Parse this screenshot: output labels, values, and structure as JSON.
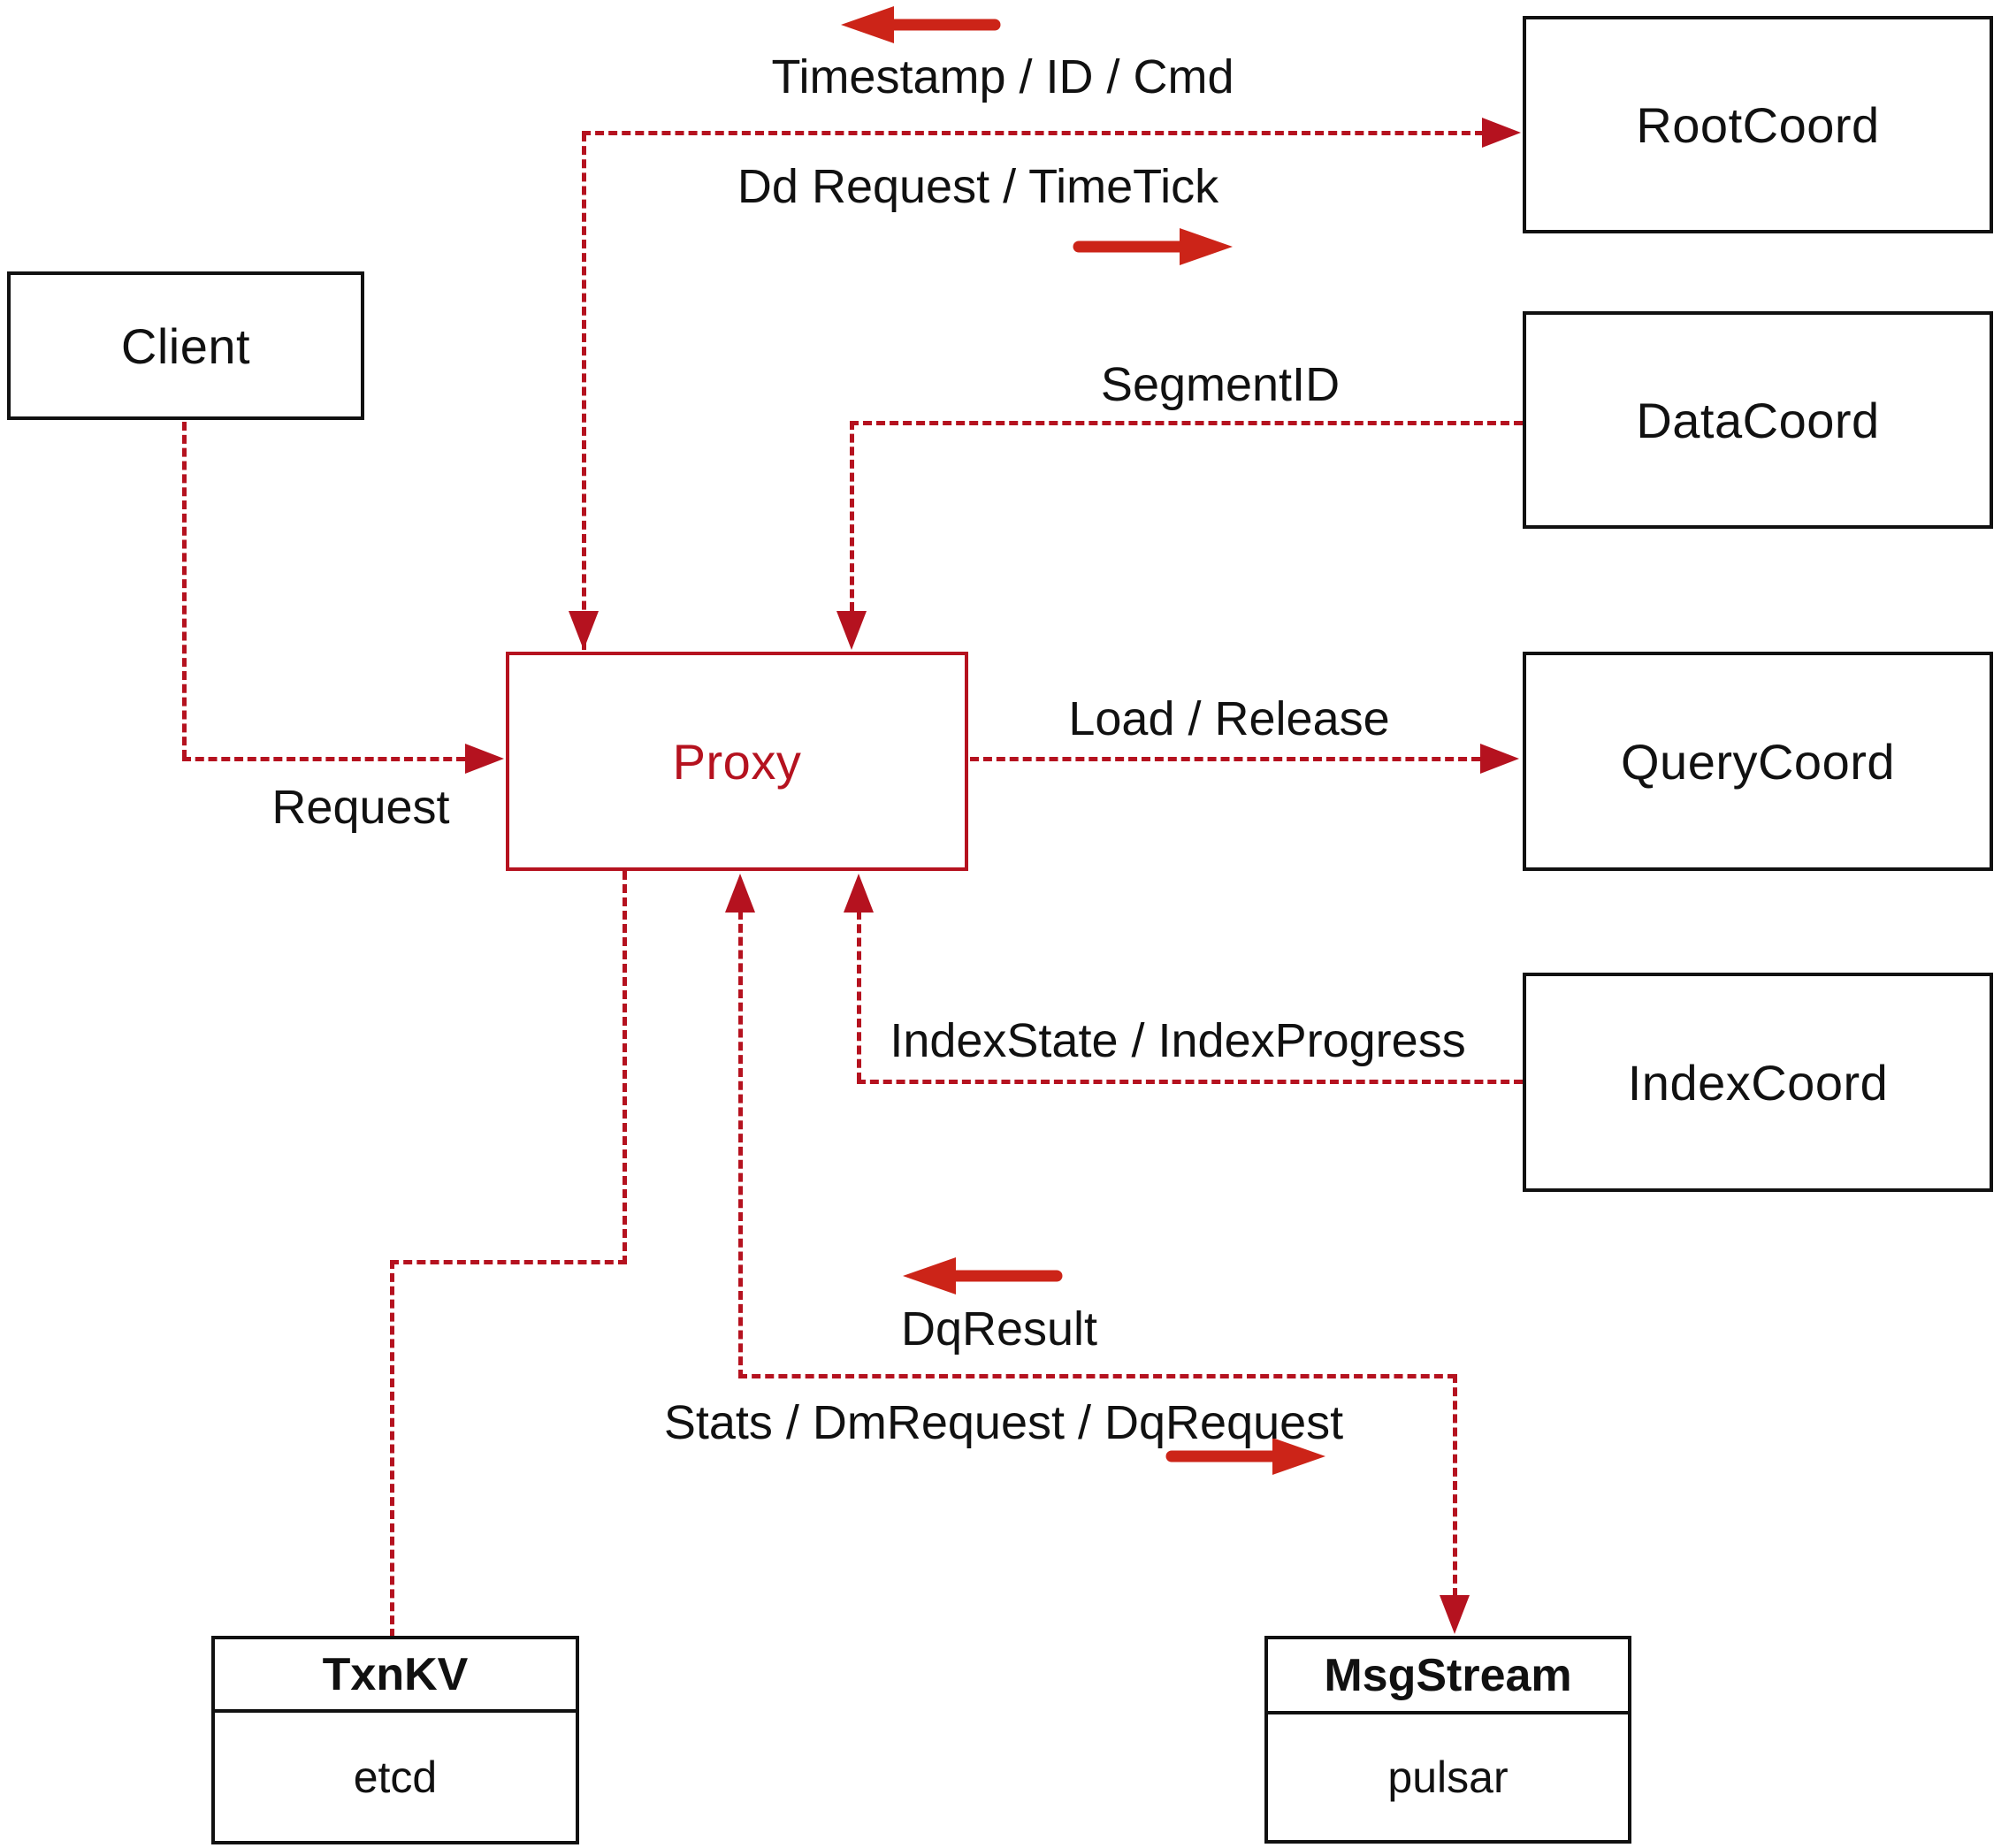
{
  "diagram": {
    "accent_color": "#b5121f",
    "solid_arrow_color": "#cc2418",
    "node_border_color": "#111111",
    "nodes": {
      "client": "Client",
      "proxy": "Proxy",
      "root_coord": "RootCoord",
      "data_coord": "DataCoord",
      "query_coord": "QueryCoord",
      "index_coord": "IndexCoord"
    },
    "stores": {
      "txn_kv": {
        "title": "TxnKV",
        "impl": "etcd"
      },
      "msg_stream": {
        "title": "MsgStream",
        "impl": "pulsar"
      }
    },
    "edge_labels": {
      "timestamp_id_cmd": "Timestamp / ID / Cmd",
      "dd_request_timetick": "Dd Request / TimeTick",
      "segment_id": "SegmentID",
      "load_release": "Load / Release",
      "request": "Request",
      "index_state_progress": "IndexState / IndexProgress",
      "dq_result": "DqResult",
      "stats_dm_dq": "Stats / DmRequest / DqRequest"
    }
  }
}
